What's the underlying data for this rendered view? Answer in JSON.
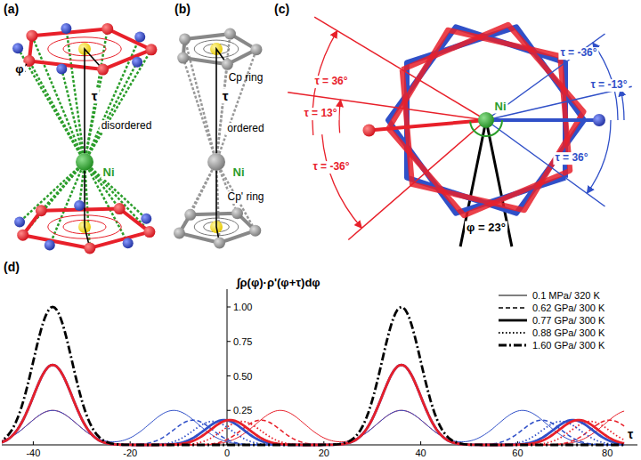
{
  "diagram": {
    "labels": [
      "(a)",
      "(b)",
      "(c)",
      "Cp ring",
      "φ",
      "τ",
      "disordered",
      "τ",
      "ordered",
      "Ni",
      "Ni",
      "Cp' ring",
      "τ = 36°",
      "τ = 13°",
      "τ = -36°",
      "Ni",
      "τ = -36°",
      "τ = -13°",
      "τ = 36°",
      "φ = 23°",
      "(d)",
      "∫ρ(φ)·ρ'(φ+τ)dφ",
      "1.00",
      "0.75",
      "0.50",
      "0.25",
      "-40",
      "-20",
      "0",
      "20",
      "40",
      "60",
      "80",
      "τ"
    ],
    "legend": [
      {
        "text": "0.1 MPa/ 320 K"
      },
      {
        "text": "0.62 GPa/ 300 K"
      },
      {
        "text": "0.77 GPa/ 300 K"
      },
      {
        "text": "0.88 GPa/ 300 K"
      },
      {
        "text": "1.60 GPa/ 300 K"
      }
    ]
  }
}
